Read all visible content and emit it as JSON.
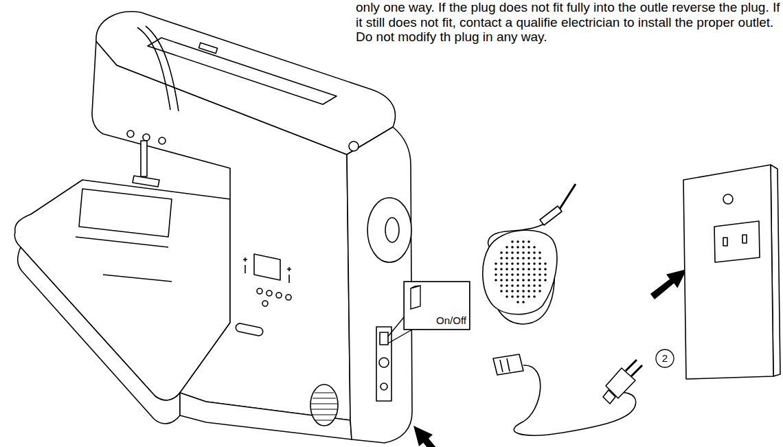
{
  "diagram": {
    "nodes": [
      {
        "text": [
          "On/Off"
        ]
      }
    ],
    "labels": [
      "only one way. If the plug does not fit fully into the outle reverse the plug. If it still does not fit, contact a qualifie electrician to install the proper outlet. Do not modify th plug in any way.",
      "2"
    ]
  }
}
